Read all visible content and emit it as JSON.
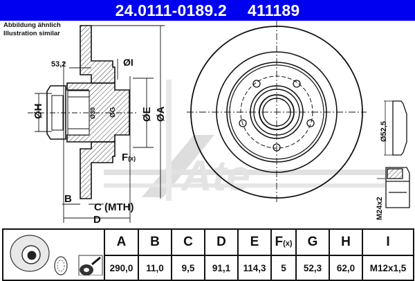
{
  "header": {
    "part_number": "24.0111-0189.2",
    "ref_number": "411189",
    "background_color": "#0000f0"
  },
  "note": {
    "line1": "Abbildung ähnlich",
    "line2": "Illustration similar"
  },
  "drawing_labels": {
    "dim_53": "53,2",
    "dia_I": "ØI",
    "dia_H": "ØH",
    "dia_30": "Ø30",
    "dia_G": "ØG",
    "dia_E": "ØE",
    "dia_A": "ØA",
    "F": "F",
    "F_sub": "(x)",
    "B": "B",
    "C": "C (MTH)",
    "D": "D",
    "cap_dia": "Ø52,5",
    "nut_thread": "M24x2",
    "watermark": "Ate"
  },
  "table": {
    "headers": [
      "A",
      "B",
      "C",
      "D",
      "E",
      "F",
      "G",
      "H",
      "I"
    ],
    "header_F_sub": "(x)",
    "values": [
      "290,0",
      "11,0",
      "9,5",
      "91,1",
      "114,3",
      "5",
      "52,3",
      "62,0",
      "M12x1,5"
    ],
    "icons": [
      "brake-disc-icon",
      "bearing-icon",
      "grease-spray-icon"
    ]
  }
}
